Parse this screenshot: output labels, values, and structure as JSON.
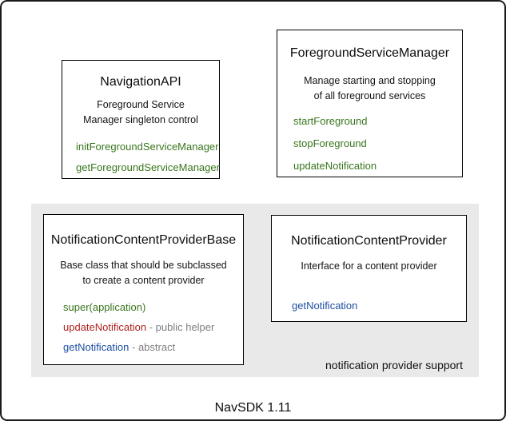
{
  "diagram": {
    "footer_label": "NavSDK 1.11",
    "panel": {
      "label": "notification provider support",
      "bg_color": "#e9e9e9"
    },
    "colors": {
      "method_green": "#38761d",
      "method_red": "#b02422",
      "method_blue": "#1d4fa1",
      "suffix_gray": "#7f7f7f",
      "box_border": "#000000"
    },
    "boxes": {
      "navigation_api": {
        "title": "NavigationAPI",
        "desc_line1": "Foreground Service",
        "desc_line2": "Manager singleton control",
        "methods": [
          {
            "name": "initForegroundServiceManager",
            "color": "green"
          },
          {
            "name": "getForegroundServiceManager",
            "color": "green"
          }
        ]
      },
      "foreground_service_manager": {
        "title": "ForegroundServiceManager",
        "desc_line1": "Manage starting and stopping",
        "desc_line2": "of all foreground services",
        "methods": [
          {
            "name": "startForeground",
            "color": "green"
          },
          {
            "name": "stopForeground",
            "color": "green"
          },
          {
            "name": "updateNotification",
            "color": "green"
          }
        ]
      },
      "notification_content_provider_base": {
        "title": "NotificationContentProviderBase",
        "desc_line1": "Base class that should be subclassed",
        "desc_line2": "to create a content provider",
        "methods": [
          {
            "name": "super(application)",
            "color": "green",
            "suffix": ""
          },
          {
            "name": "updateNotification",
            "color": "red",
            "suffix": " - public helper"
          },
          {
            "name": "getNotification",
            "color": "blue",
            "suffix": " - abstract"
          }
        ]
      },
      "notification_content_provider": {
        "title": "NotificationContentProvider",
        "desc_line1": "Interface for a content provider",
        "methods": [
          {
            "name": "getNotification",
            "color": "blue"
          }
        ]
      }
    }
  }
}
